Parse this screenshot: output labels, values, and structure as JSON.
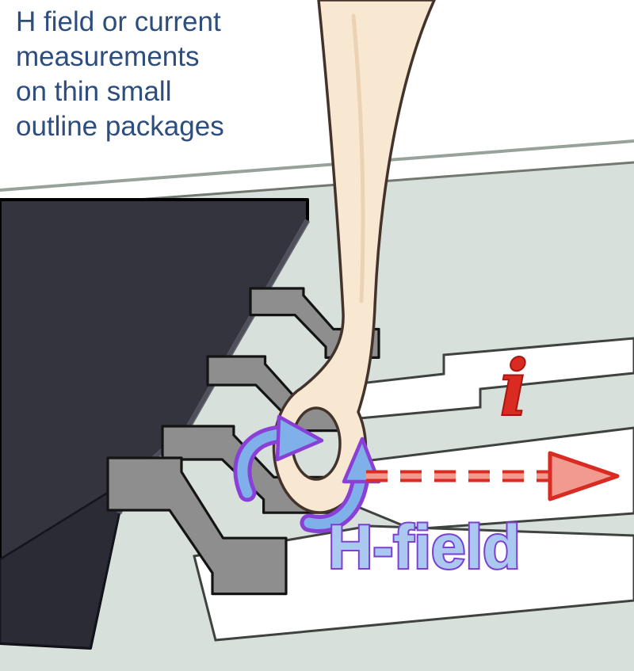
{
  "title": {
    "lines": [
      "H field or current",
      "measurements",
      "on thin small",
      "outline packages"
    ]
  },
  "labels": {
    "current_symbol": "i",
    "h_field": "H-field"
  },
  "colors": {
    "title": "#2d4d7d",
    "board": "#d7e0da",
    "board_line": "#97a29b",
    "trace_fill": "#ffffff",
    "trace_outline": "#3e433f",
    "package_body": "#34343f",
    "package_front": "#2b2b36",
    "lead": "#8e8e8e",
    "lead_outline": "#141414",
    "probe": "#f9e8d1",
    "probe_outline": "#43332b",
    "current_red": "#d92b22",
    "current_red_light": "#f29a90",
    "h_field_text_fill": "#abc8f0",
    "h_field_text_outline": "#7b3fd1",
    "field_arrow_fill": "#7fb0ea",
    "field_arrow_outline": "#8a3fd6"
  }
}
